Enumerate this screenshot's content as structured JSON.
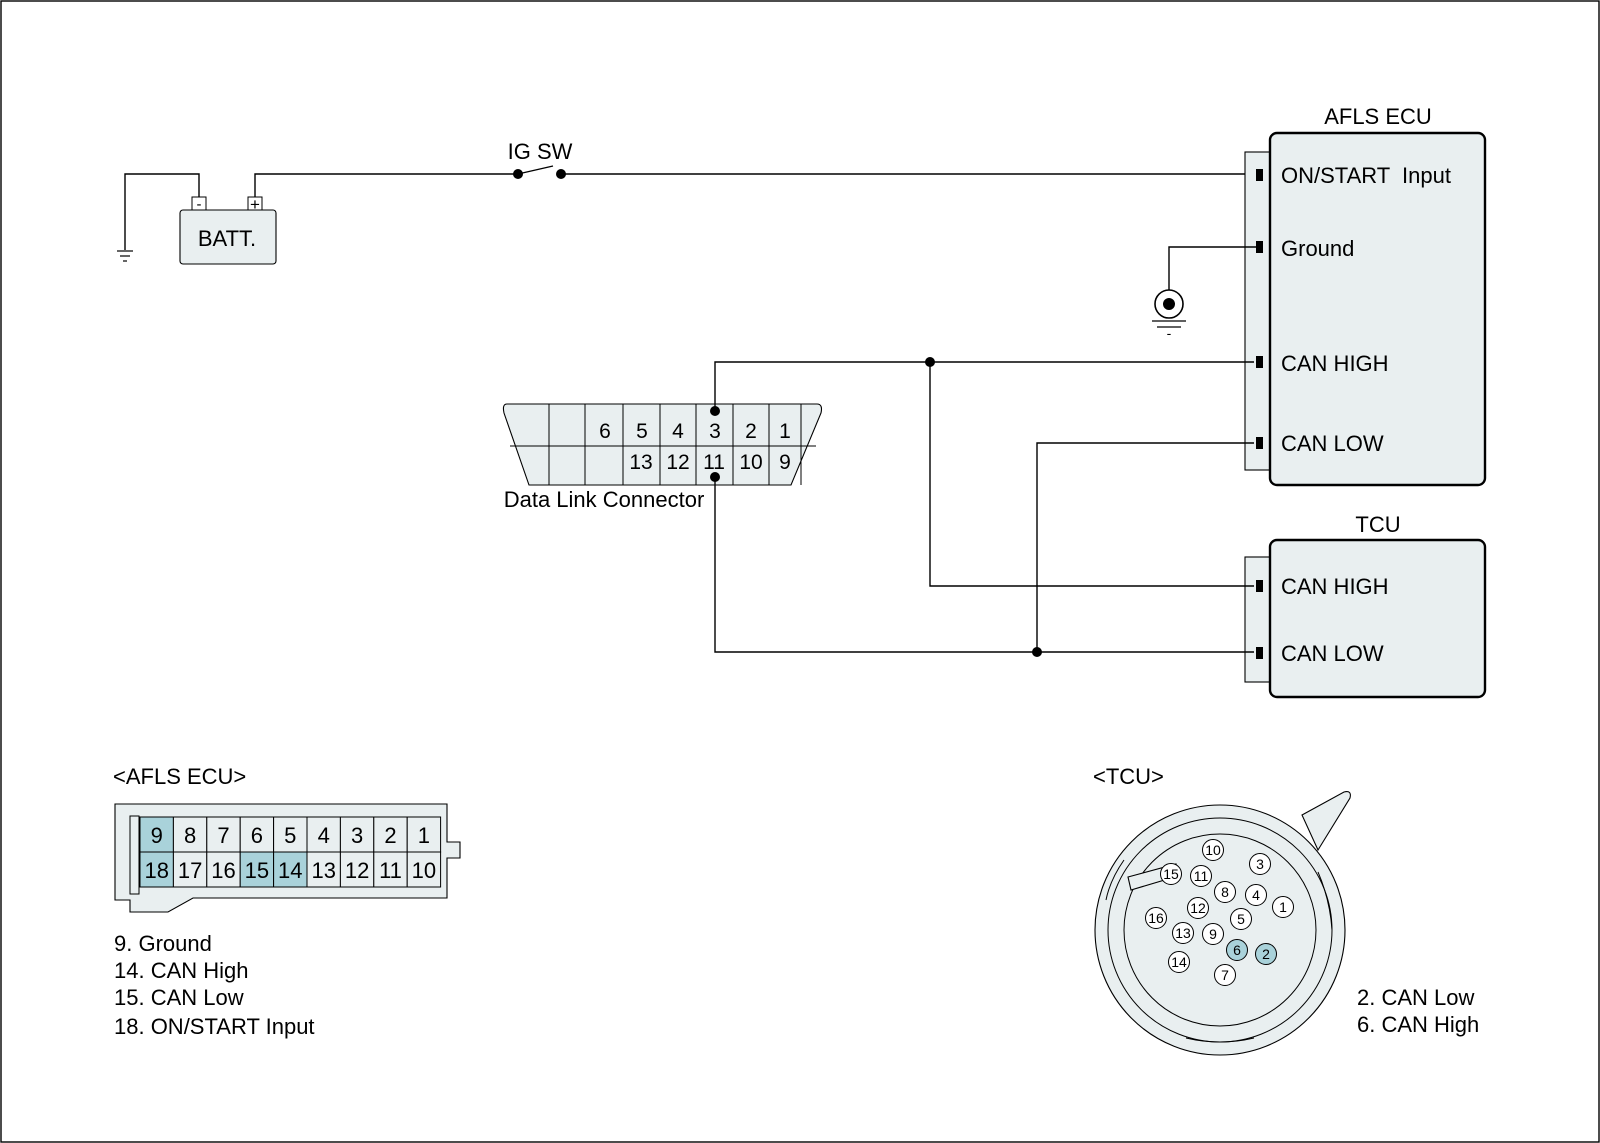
{
  "battery": {
    "label": "BATT.",
    "neg": "-",
    "pos": "+"
  },
  "ig_switch": {
    "label": "IG SW"
  },
  "afls_ecu": {
    "title": "AFLS ECU",
    "terminals": [
      "ON/START  Input",
      "Ground",
      "CAN HIGH",
      "CAN LOW"
    ]
  },
  "tcu": {
    "title": "TCU",
    "terminals": [
      "CAN HIGH",
      "CAN LOW"
    ]
  },
  "dlc": {
    "label": "Data Link Connector",
    "top_pins": [
      "6",
      "5",
      "4",
      "3",
      "2",
      "1"
    ],
    "bottom_pins": [
      "13",
      "12",
      "11",
      "10",
      "9"
    ]
  },
  "ground_symbol": {
    "label": "-"
  },
  "afls_connector": {
    "title": "<AFLS ECU>",
    "top_row": [
      "9",
      "8",
      "7",
      "6",
      "5",
      "4",
      "3",
      "2",
      "1"
    ],
    "bottom_row": [
      "18",
      "17",
      "16",
      "15",
      "14",
      "13",
      "12",
      "11",
      "10"
    ],
    "highlighted": [
      "9",
      "18",
      "15",
      "14"
    ],
    "highlight_color": "#a9d2da",
    "legend": [
      "9. Ground",
      "14. CAN High",
      "15. CAN Low",
      "18. ON/START Input"
    ]
  },
  "tcu_connector": {
    "title": "<TCU>",
    "pins": [
      "10",
      "3",
      "15",
      "11",
      "8",
      "4",
      "1",
      "16",
      "12",
      "5",
      "13",
      "9",
      "6",
      "2",
      "14",
      "7"
    ],
    "highlighted": [
      "6",
      "2"
    ],
    "legend": [
      "2. CAN Low",
      "6. CAN High"
    ]
  }
}
